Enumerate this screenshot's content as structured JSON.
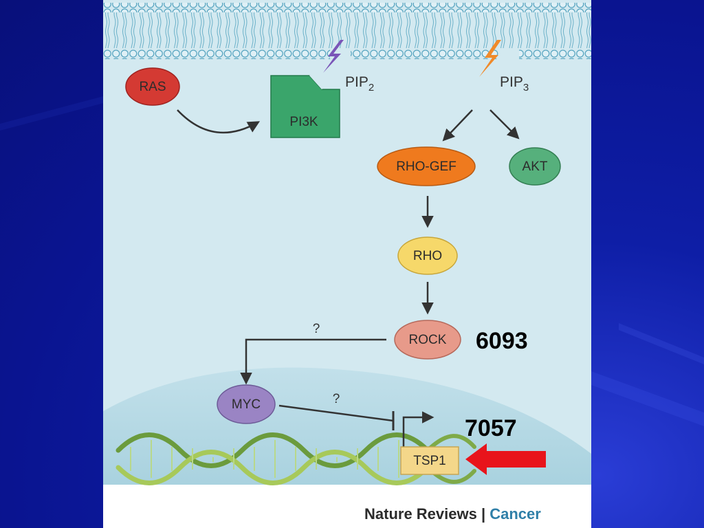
{
  "colors": {
    "slide_background": "#0e1ea6",
    "panel": "#ffffff",
    "cytoplasm": "#cfe7ee",
    "nucleus": "#b7d9e3",
    "ras": "#d43a33",
    "pi3k": "#3aa56b",
    "rho_gef": "#ef7a1e",
    "akt": "#56b07c",
    "rho": "#f6d86a",
    "rock": "#e79a8a",
    "myc": "#9a84c4",
    "tsp1": "#f4d78a",
    "highlight_arrow": "#e8141b",
    "pip2_bolt": "#7a55b8",
    "pip3_bolt": "#f08a2a"
  },
  "nodes": {
    "ras": "RAS",
    "pi3k": "PI3K",
    "pip2_base": "PIP",
    "pip2_sub": "2",
    "pip3_base": "PIP",
    "pip3_sub": "3",
    "rho_gef": "RHO-GEF",
    "akt": "AKT",
    "rho": "RHO",
    "rock": "ROCK",
    "myc": "MYC",
    "tsp1": "TSP1"
  },
  "uncertain_marks": {
    "rock_to_myc": "?",
    "myc_to_tsp1": "?"
  },
  "annotations": {
    "rock_id": "6093",
    "tsp1_id": "7057"
  },
  "credit": {
    "publisher": "Nature Reviews",
    "separator": " | ",
    "journal": "Cancer"
  }
}
